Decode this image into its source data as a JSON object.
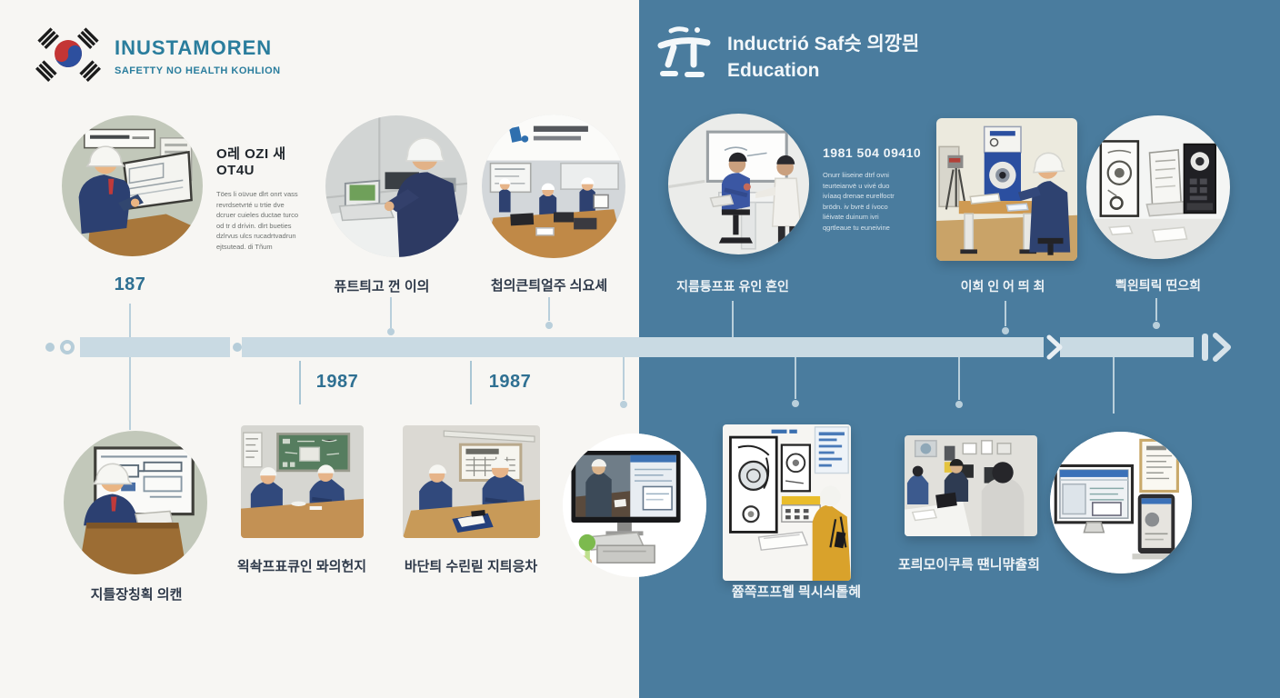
{
  "brand": {
    "title": "INUSTAMOREN",
    "subtitle": "SAFETTY NO HEALTH KOHLION"
  },
  "header": {
    "title_line1": "Inductrió Saf슷 의깡믠",
    "title_line2": "Education"
  },
  "intro_left": {
    "heading": "O레 OZI 새 OT4U",
    "body": [
      "Töes li oüvue dlrt onrt vass",
      "revrdsetvrté u trtie dve",
      "dcruer cuieles ductae turco",
      "od tr d drívin. dlrt bueties",
      "dzlrvus ulcs rucadrtvadrun",
      "ejtsutead. di        Tñum"
    ]
  },
  "intro_right": {
    "heading": "1981 504 09410",
    "body": [
      "Onurr liiseine dtrf ovni",
      "teurteianvë u vivé duo",
      "ivíaaq drenae eurelfoctr",
      "brödn. iv bvrë d ívoco",
      "liéivate duinum ivri",
      "qgrtleaue tu euneivine"
    ]
  },
  "timeline": {
    "labels_top": [
      "187",
      "퓨트틔고 껀 이의",
      "첩의큰틔얼주 싀요셰",
      "지름틍프표 유인 혼인",
      "이희 인 어 띄 최",
      "쁵읜틔릭 띤으희"
    ],
    "labels_below": [
      "1987",
      "1987"
    ]
  },
  "captions": {
    "podium": "지틀장칭획 의캔",
    "meeting": "왹솩프표큐인 뫄의헌지",
    "documents": "바단틔 수린릳 지틔응차",
    "lab": "쯉쯕프프웹 믝시싀톹혜",
    "office": "포릐모이쿠륵 떈니먂츌희"
  },
  "colors": {
    "right_bg": "#4a7c9e",
    "timeline_bar": "#c9dae3",
    "accent_teal": "#2f7092",
    "brand_teal": "#2a7d9d"
  }
}
